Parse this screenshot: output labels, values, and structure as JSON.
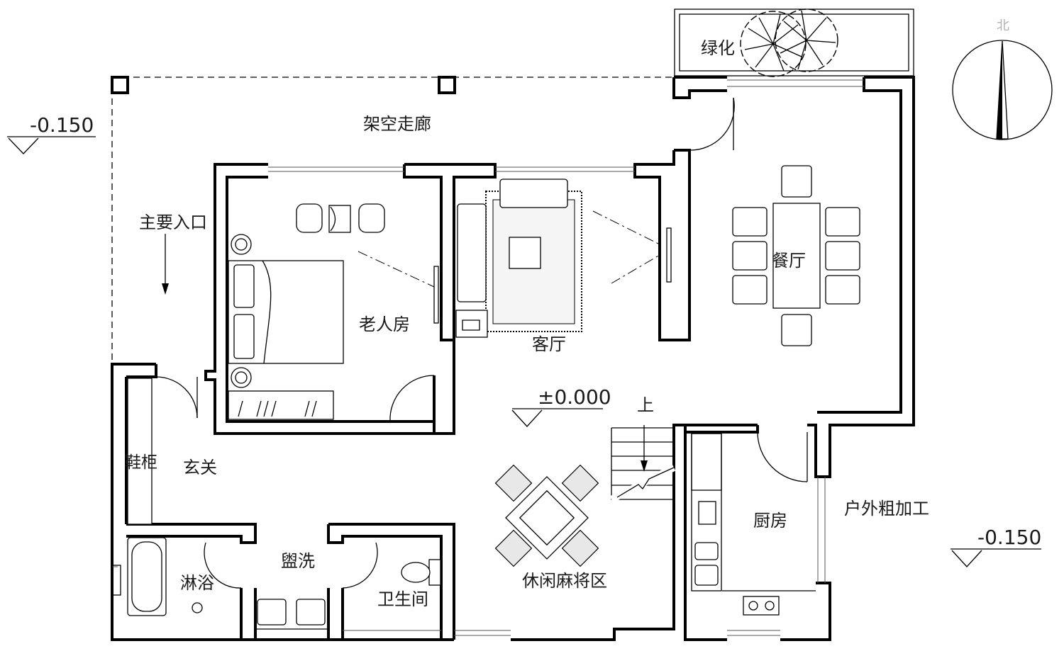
{
  "levels": {
    "west": "-0.150",
    "center": "±0.000",
    "east": "-0.150"
  },
  "compass": {
    "label": "北"
  },
  "rooms": {
    "greening": "绿化",
    "corridor": "架空走廊",
    "main_entrance": "主要入口",
    "elder_room": "老人房",
    "living_room": "客厅",
    "dining": "餐厅",
    "shoe_cabinet": "鞋柜",
    "foyer": "玄关",
    "stairs_up": "上",
    "kitchen": "厨房",
    "outdoor_processing": "户外粗加工",
    "shower": "淋浴",
    "washing": "盥洗",
    "toilet": "卫生间",
    "mahjong": "休闲麻将区"
  }
}
